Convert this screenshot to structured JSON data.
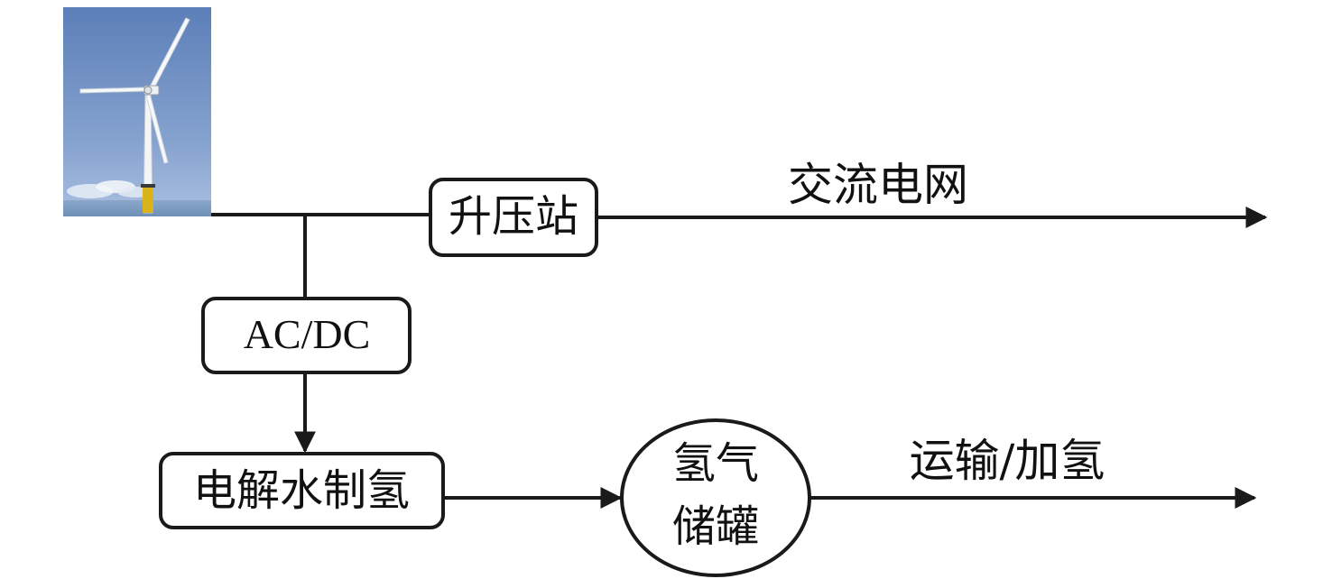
{
  "nodes": {
    "turbine": {
      "icon": "wind-turbine-icon"
    },
    "booster": {
      "label": "升压站"
    },
    "acdc": {
      "label": "AC/DC"
    },
    "electrolysis": {
      "label": "电解水制氢"
    },
    "storage": {
      "line1": "氢气",
      "line2": "储罐"
    }
  },
  "outputs": {
    "grid": {
      "label": "交流电网"
    },
    "transport": {
      "label": "运输/加氢"
    }
  }
}
